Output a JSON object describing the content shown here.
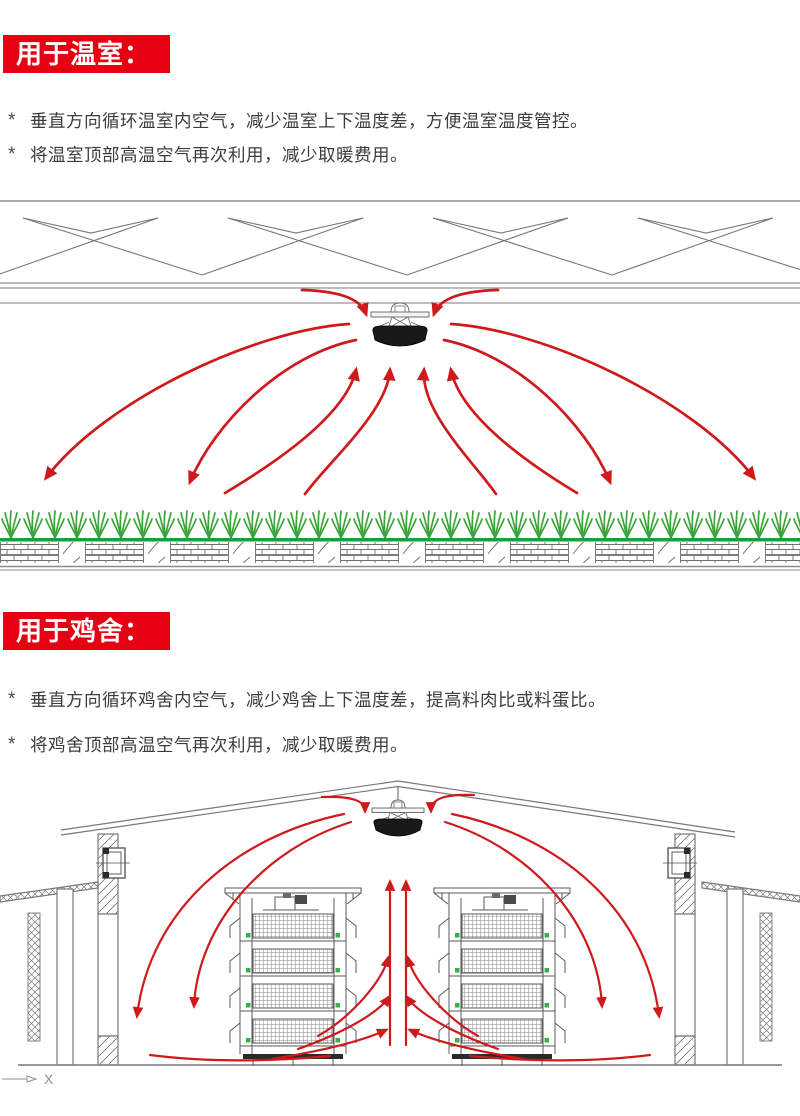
{
  "bullet_marker": "*",
  "axis_label": "X",
  "colors": {
    "header_bg": "#e60012",
    "header_text": "#ffffff",
    "body_text": "#3d3d3d",
    "arrow_red": "#cf1a1c",
    "cad_line_gray": "#6f6f6f",
    "grass_green": "#3aa437",
    "ground_green": "#16a23a",
    "fan_body_dark": "#191919"
  },
  "sections": [
    {
      "title": "用于温室：",
      "bullets": [
        "垂直方向循环温室内空气，减少温室上下温度差，方便温室温度管控。",
        "将温室顶部高温空气再次利用，减少取暖费用。"
      ],
      "diagram": "greenhouse-airflow-diagram"
    },
    {
      "title": "用于鸡舍：",
      "bullets": [
        "垂直方向循环鸡舍内空气，减少鸡舍上下温度差，提高料肉比或料蛋比。",
        "将鸡舍顶部高温空气再次利用，减少取暖费用。"
      ],
      "diagram": "poultry-house-airflow-diagram"
    }
  ]
}
